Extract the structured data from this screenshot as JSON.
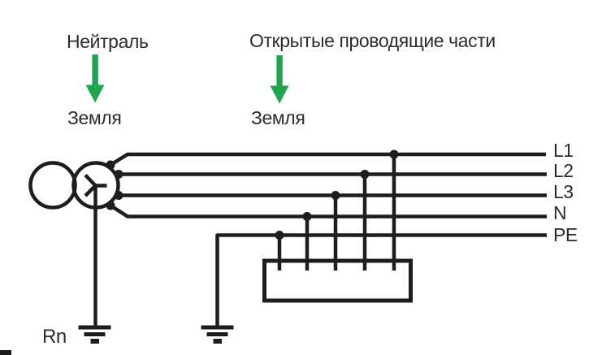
{
  "colors": {
    "line": "#1d1d1b",
    "text": "#2c2c2c",
    "green": "#21a351",
    "bg": "#ffffff"
  },
  "annotations": {
    "neutral": {
      "label": "Нейтраль"
    },
    "neutral_earth": {
      "label": "Земля"
    },
    "exposed_parts": {
      "label": "Открытые проводящие части"
    },
    "exposed_earth": {
      "label": "Земля"
    },
    "source_resistance": {
      "label": "Rn"
    }
  },
  "conductors": [
    {
      "id": "L1",
      "label": "L1"
    },
    {
      "id": "L2",
      "label": "L2"
    },
    {
      "id": "L3",
      "label": "L3"
    },
    {
      "id": "N",
      "label": "N"
    },
    {
      "id": "PE",
      "label": "PE"
    }
  ],
  "icons": {
    "down_arrow": "green-down-arrow",
    "transformer": "two-winding-transformer",
    "star_point": "wye-star-point",
    "earth": "earth-ground-symbol"
  }
}
